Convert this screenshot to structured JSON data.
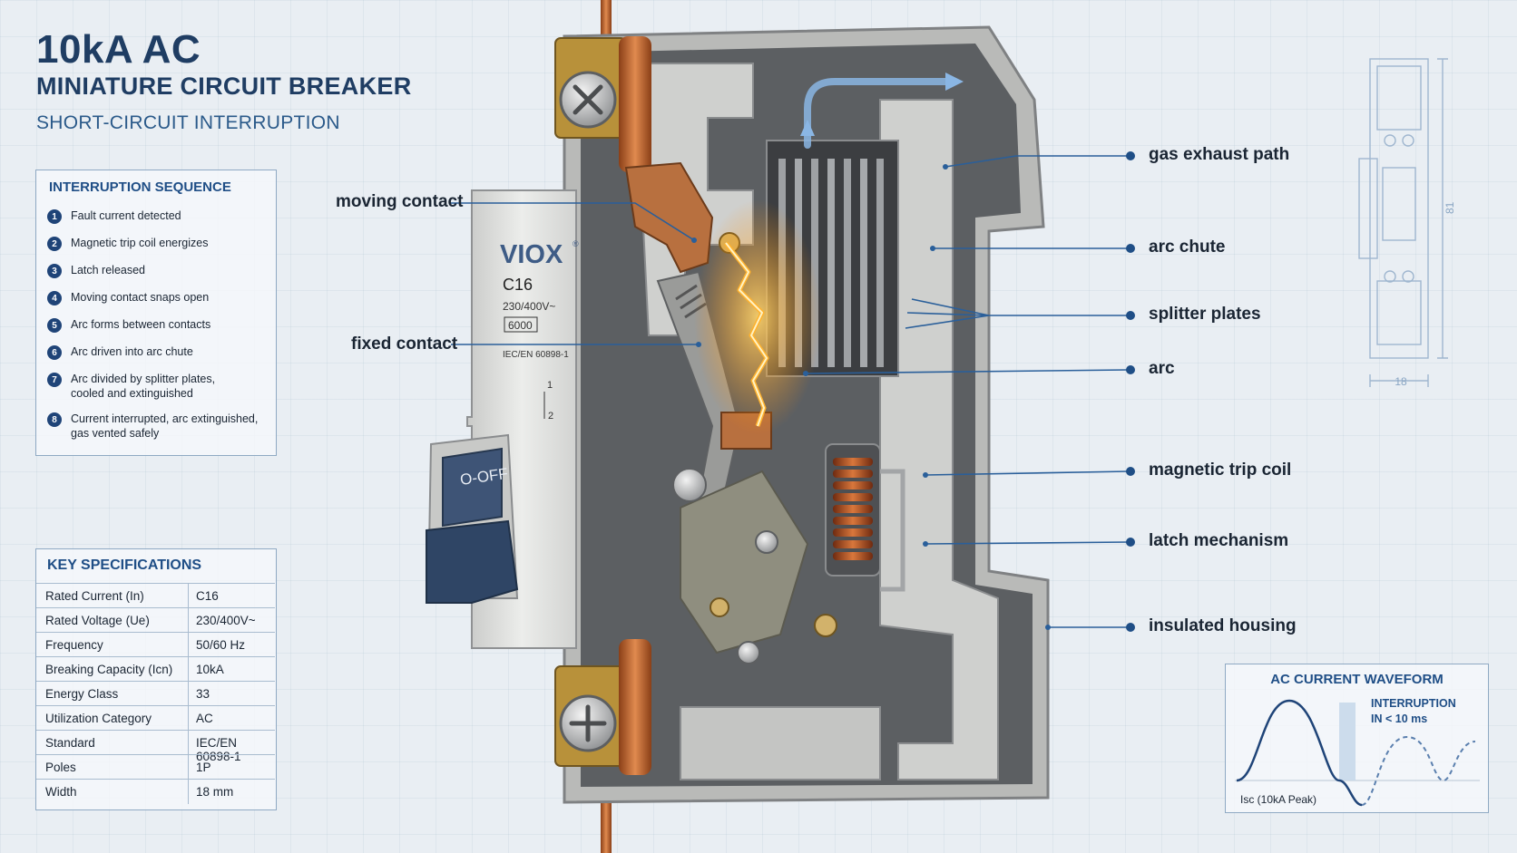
{
  "header": {
    "title": "10kA AC",
    "subtitle": "MINIATURE CIRCUIT BREAKER",
    "tagline": "SHORT-CIRCUIT INTERRUPTION"
  },
  "sequence": {
    "heading": "INTERRUPTION SEQUENCE",
    "items": [
      {
        "num": "1",
        "text": "Fault current detected"
      },
      {
        "num": "2",
        "text": "Magnetic trip coil energizes"
      },
      {
        "num": "3",
        "text": "Latch released"
      },
      {
        "num": "4",
        "text": "Moving contact snaps open"
      },
      {
        "num": "5",
        "text": "Arc forms between contacts"
      },
      {
        "num": "6",
        "text": "Arc driven into arc chute"
      },
      {
        "num": "7",
        "text": "Arc divided by splitter plates, cooled and extinguished"
      },
      {
        "num": "8",
        "text": "Current interrupted, arc extinguished, gas vented safely"
      }
    ]
  },
  "specs": {
    "heading": "KEY SPECIFICATIONS",
    "rows": [
      {
        "label": "Rated Current (In)",
        "value": "C16"
      },
      {
        "label": "Rated Voltage (Ue)",
        "value": "230/400V~"
      },
      {
        "label": "Frequency",
        "value": "50/60 Hz"
      },
      {
        "label": "Breaking Capacity (Icn)",
        "value": "10kA"
      },
      {
        "label": "Energy Class",
        "value": "33"
      },
      {
        "label": "Utilization Category",
        "value": "AC"
      },
      {
        "label": "Standard",
        "value": "IEC/EN 60898-1"
      },
      {
        "label": "Poles",
        "value": "1P"
      },
      {
        "label": "Width",
        "value": "18 mm"
      }
    ]
  },
  "breaker": {
    "brand": "VIOX",
    "brand_mark": "®",
    "rating": "C16",
    "voltage": "230/400V~",
    "capacity": "6000",
    "standard": "IEC/EN 60898-1",
    "terminal_top": "1",
    "terminal_bottom": "2",
    "toggle_label": "O-OFF"
  },
  "callouts": {
    "left": {
      "moving_contact": "moving contact",
      "fixed_contact": "fixed contact"
    },
    "right": {
      "gas_exhaust": "gas exhaust path",
      "arc_chute": "arc chute",
      "splitter_plates": "splitter plates",
      "arc": "arc",
      "trip_coil": "magnetic trip coil",
      "latch": "latch mechanism",
      "housing": "insulated housing"
    }
  },
  "outline": {
    "height_dim": "81",
    "width_dim": "18"
  },
  "waveform": {
    "title": "AC CURRENT WAVEFORM",
    "interruption_line1": "INTERRUPTION",
    "interruption_line2": "IN < 10 ms",
    "isc_label": "Isc (10kA Peak)"
  },
  "colors": {
    "navy": "#1f3d63",
    "accent_blue": "#1f4e86",
    "copper": "#c56a32",
    "arc": "#ffa21a",
    "housing": "#d8d8d6"
  }
}
